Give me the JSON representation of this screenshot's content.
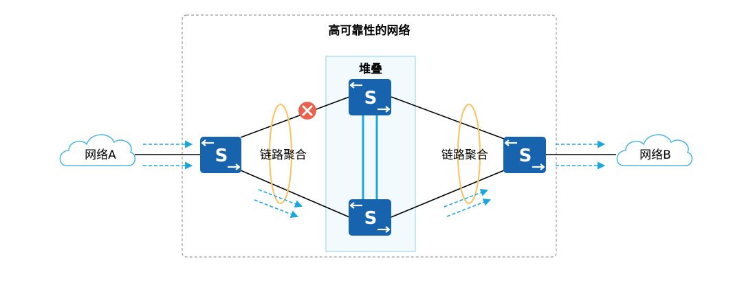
{
  "diagram": {
    "title": "高可靠性的网络",
    "stack_label": "堆叠",
    "networks": {
      "a": "网络A",
      "b": "网络B"
    },
    "link_aggregation": {
      "left": "链路聚合",
      "right": "链路聚合"
    },
    "switch_glyph": "S",
    "failure_icon": "cross-icon",
    "colors": {
      "switch_fill": "#1863ae",
      "switch_text": "#ffffff",
      "arrow_blue": "#1aa7df",
      "stack_fill": "#f2fafd",
      "stack_border": "#8fd3e8",
      "stack_link": "#1aa7df",
      "cloud_stroke": "#4fb8e0",
      "ellipse_stroke": "#f5c76a",
      "failure_fill": "#e8624f",
      "frame_dash": "#9a9a9a",
      "line": "#000000"
    }
  }
}
